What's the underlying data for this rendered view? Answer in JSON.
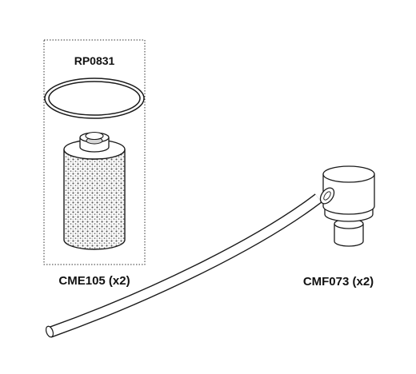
{
  "diagram": {
    "labels": {
      "oring": "RP0831",
      "filter": "CME105 (x2)",
      "fitting": "CMF073 (x2)"
    }
  }
}
